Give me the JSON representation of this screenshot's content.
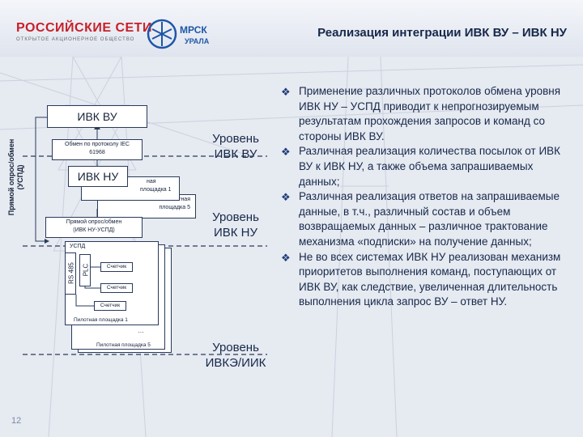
{
  "header": {
    "logo_rosseti_main": "РОССИЙСКИЕ СЕТИ",
    "logo_rosseti_sub": "ОТКРЫТОЕ АКЦИОНЕРНОЕ ОБЩЕСТВО",
    "logo_mrsk_main": "МРСК",
    "logo_mrsk_sub": "УРАЛА",
    "title": "Реализация интеграции ИВК ВУ – ИВК НУ"
  },
  "diagram": {
    "side_label_line1": "Прямой опрос/обмен",
    "side_label_line2": "(УСПД)",
    "ivk_vu": "ИВК ВУ",
    "iec_line1": "Обмен по протоколу IEC",
    "iec_line2": "61968",
    "ivk_nu": "ИВК НУ",
    "pilot_partial": "ная",
    "pilot1_small": "площадка 1",
    "pilot5_line1": "Пилотная",
    "pilot5_line2": "площадка 5",
    "direct_line1": "Прямой опрос/обмен",
    "direct_line2": "(ИВК НУ-УСПД)",
    "uspd": "УСПД",
    "rs485": "RS 485",
    "plc": "PLC",
    "meter1": "Счетчик",
    "meter2": "Счетчик",
    "meter3": "Счетчик",
    "pilot_area1": "Пилотная площадка 1",
    "ellipsis": "…",
    "pilot_area5": "Пилотная площадка 5"
  },
  "levels": {
    "vu_line1": "Уровень",
    "vu_line2": "ИВК ВУ",
    "nu_line1": "Уровень",
    "nu_line2": "ИВК НУ",
    "iike_line1": "Уровень",
    "iike_line2": "ИВКЭ/ИИК"
  },
  "bullets": [
    "Применение различных протоколов обмена уровня ИВК НУ – УСПД приводит к непрогнозируемым результатам прохождения запросов и команд со стороны ИВК ВУ.",
    "Различная реализация количества посылок от ИВК ВУ к ИВК НУ, а также объема запрашиваемых данных;",
    "Различная реализация ответов на запрашиваемые данные, в т.ч., различный состав и объем возвращаемых данных – различное трактование механизма «подписки» на получение данных;",
    "Не во всех системах ИВК НУ реализован механизм приоритетов выполнения команд, поступающих от ИВК ВУ, как следствие, увеличенная длительность выполнения цикла запрос ВУ – ответ НУ."
  ],
  "bullet_marker": "❖",
  "page_number": "12",
  "colors": {
    "title": "#16284a",
    "logo_red": "#c8202a",
    "logo_blue": "#1f56a8",
    "box_border": "#2a3a5a"
  }
}
